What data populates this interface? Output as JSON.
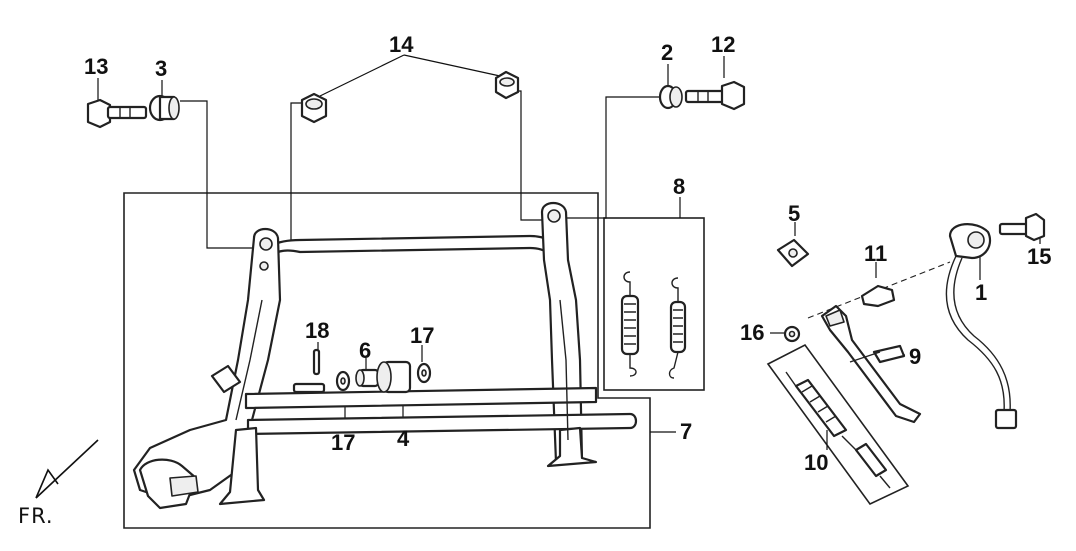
{
  "callouts": {
    "c1": "1",
    "c2": "2",
    "c3": "3",
    "c4": "4",
    "c5": "5",
    "c6": "6",
    "c7": "7",
    "c8": "8",
    "c9": "9",
    "c10": "10",
    "c11": "11",
    "c12": "12",
    "c13": "13",
    "c14": "14",
    "c15": "15",
    "c16": "16",
    "c17a": "17",
    "c17b": "17",
    "c18": "18"
  },
  "orientation": {
    "label": "FR."
  }
}
